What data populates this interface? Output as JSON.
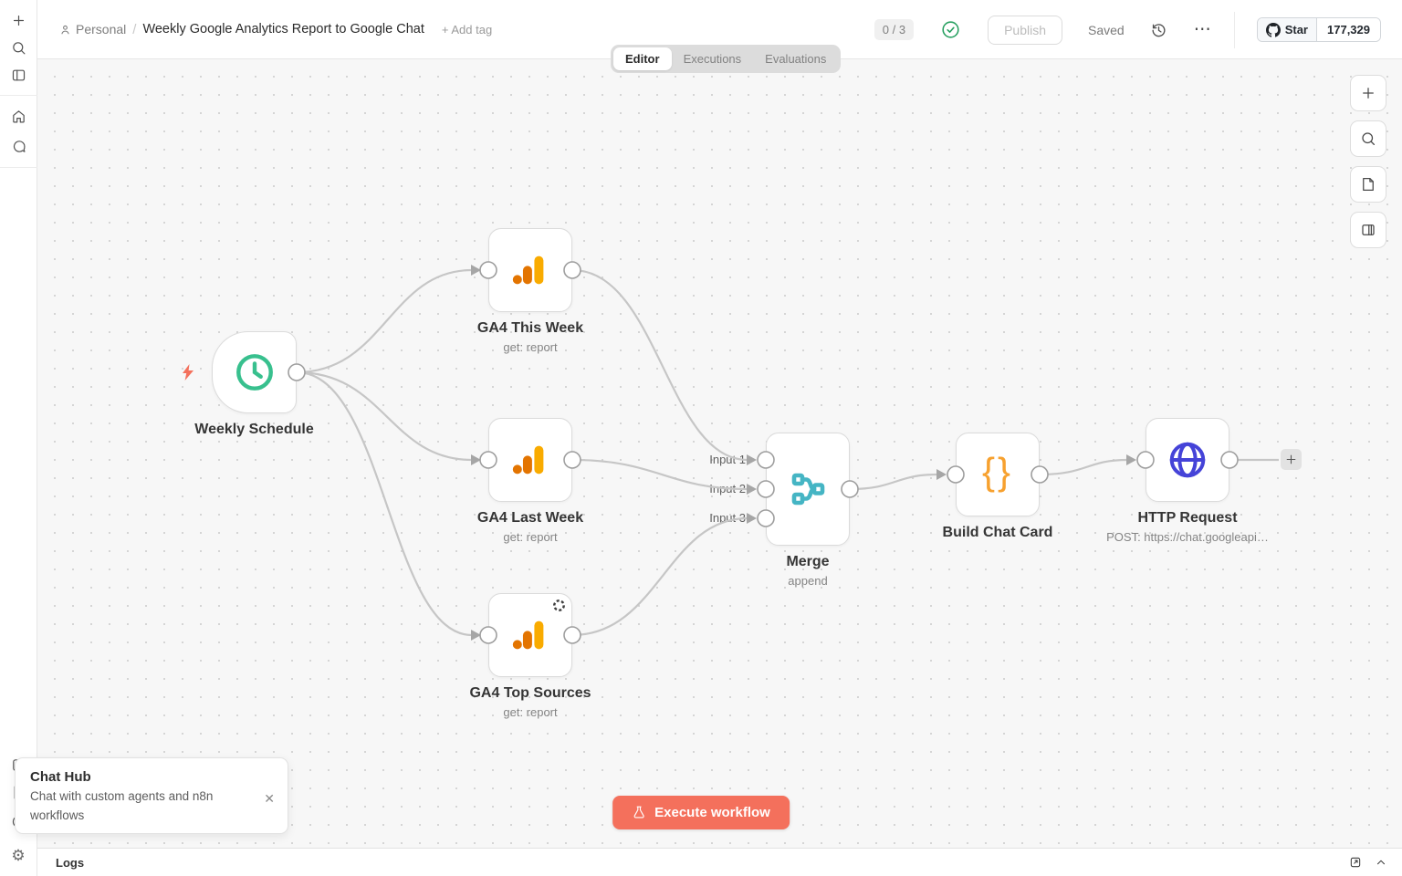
{
  "header": {
    "breadcrumb": {
      "project": "Personal",
      "separator": "/",
      "title": "Weekly Google Analytics Report to Google Chat",
      "add_tag": "+ Add tag"
    },
    "progress_badge": "0 / 3",
    "publish_label": "Publish",
    "save_status": "Saved",
    "github": {
      "star_label": "Star",
      "star_count": "177,329"
    }
  },
  "tabs": {
    "editor": "Editor",
    "executions": "Executions",
    "evaluations": "Evaluations"
  },
  "workflow": {
    "nodes": [
      {
        "name": "Weekly Schedule",
        "subtitle": "",
        "type": "schedule-trigger"
      },
      {
        "name": "GA4 This Week",
        "subtitle": "get: report",
        "type": "google-analytics"
      },
      {
        "name": "GA4 Last Week",
        "subtitle": "get: report",
        "type": "google-analytics"
      },
      {
        "name": "GA4 Top Sources",
        "subtitle": "get: report",
        "type": "google-analytics"
      },
      {
        "name": "Merge",
        "subtitle": "append",
        "type": "merge",
        "inputs": [
          "Input 1",
          "Input 2",
          "Input 3"
        ]
      },
      {
        "name": "Build Chat Card",
        "subtitle": "",
        "type": "code"
      },
      {
        "name": "HTTP Request",
        "subtitle": "POST: https://chat.googleapi…",
        "type": "http-request"
      }
    ]
  },
  "canvas": {
    "execute_button": "Execute workflow"
  },
  "chat_hub": {
    "title": "Chat Hub",
    "description": "Chat with custom agents and n8n workflows"
  },
  "logs_panel": {
    "title": "Logs"
  },
  "icons": {
    "gear": "⚙",
    "close": "✕",
    "ellipsis": "⋯"
  },
  "colors": {
    "accent": "#f4705c",
    "trigger_green": "#38c08e",
    "ga_amber": "#f9ab00",
    "ga_orange": "#e37400",
    "merge_teal": "#45b5c4",
    "code_orange": "#f7a12f",
    "http_indigo": "#4543d8",
    "check_green": "#27a060"
  }
}
